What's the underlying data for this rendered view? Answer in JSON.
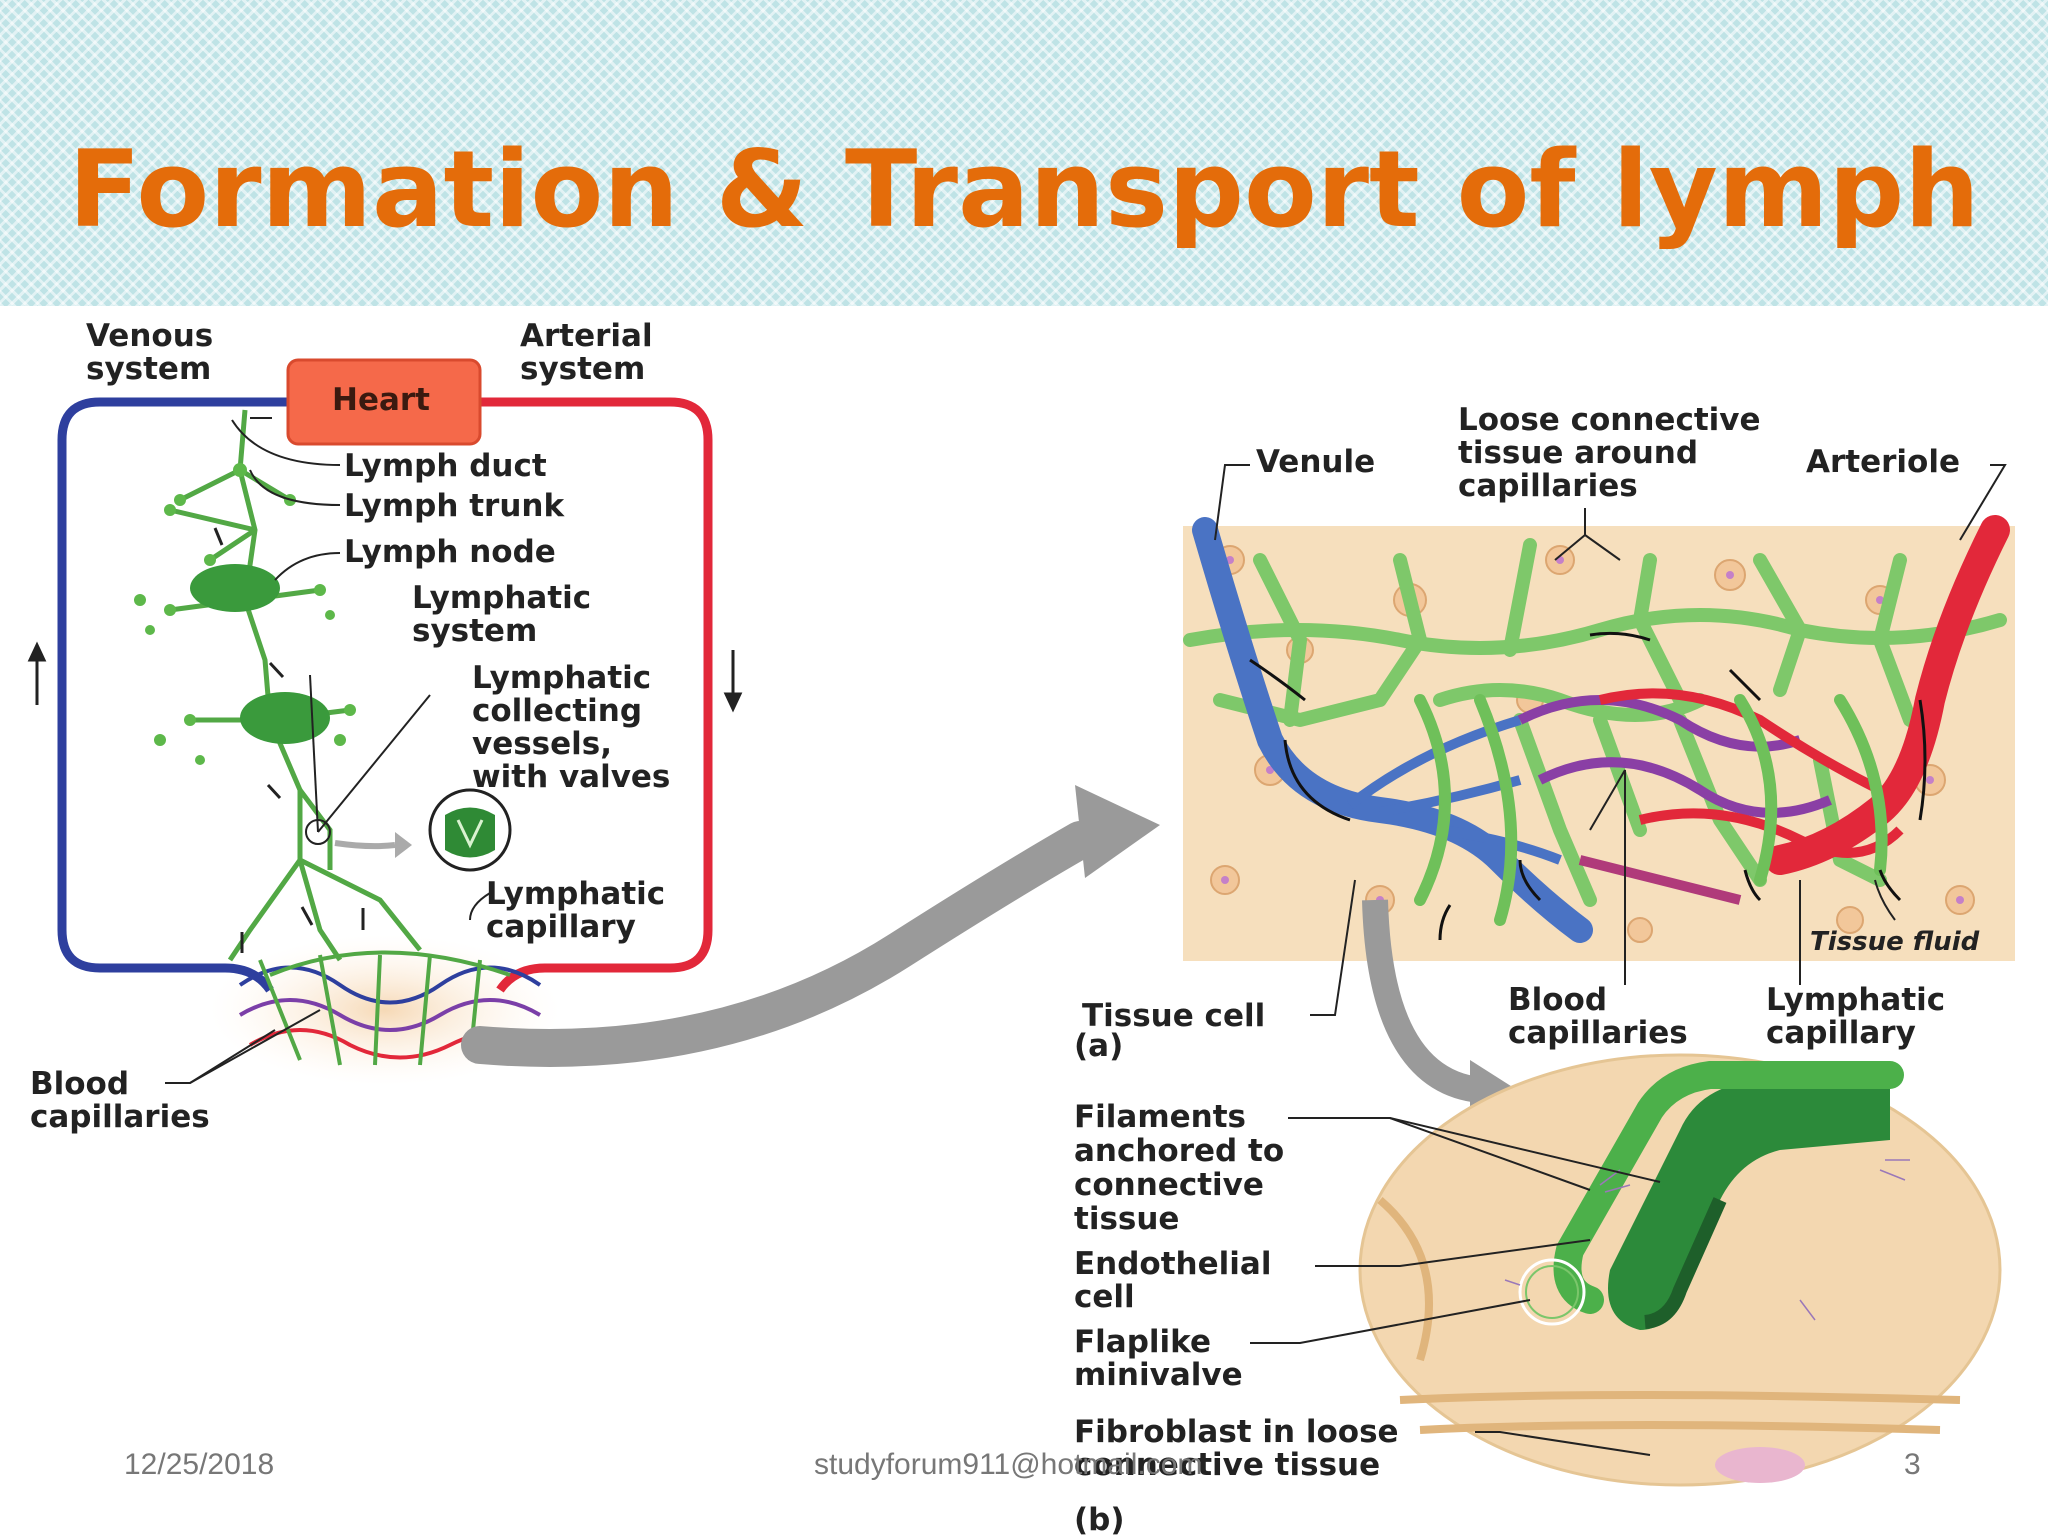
{
  "slide": {
    "title": "Formation & Transport of lymph",
    "date": "12/25/2018",
    "footer_text": "studyforum911@hotmail.com",
    "page_number": "3"
  },
  "left_diagram": {
    "venous_system": "Venous\nsystem",
    "arterial_system": "Arterial\nsystem",
    "heart": "Heart",
    "lymph_duct": "Lymph duct",
    "lymph_trunk": "Lymph trunk",
    "lymph_node": "Lymph node",
    "lymphatic_system": "Lymphatic\nsystem",
    "collecting_vessels": "Lymphatic\ncollecting\nvessels,\nwith valves",
    "lymphatic_capillary": "Lymphatic\ncapillary",
    "blood_capillaries": "Blood\ncapillaries"
  },
  "panel_a": {
    "venule": "Venule",
    "loose_tissue": "Loose connective\ntissue around\ncapillaries",
    "arteriole": "Arteriole",
    "tissue_fluid": "Tissue fluid",
    "tissue_cell": "Tissue cell",
    "tag": "(a)",
    "blood_capillaries": "Blood\ncapillaries",
    "lymphatic_capillary": "Lymphatic\ncapillary"
  },
  "panel_b": {
    "filaments": "Filaments\nanchored to\nconnective\ntissue",
    "endothelial": "Endothelial\ncell",
    "flaplike": "Flaplike\nminivalve",
    "fibroblast": "Fibroblast in loose\nconnective tissue",
    "tag": "(b)"
  },
  "colors": {
    "title": "#e46c0a",
    "venous": "#2e3f9e",
    "arterial": "#e2283a",
    "lymph": "#52a845",
    "heart": "#f5694a"
  }
}
